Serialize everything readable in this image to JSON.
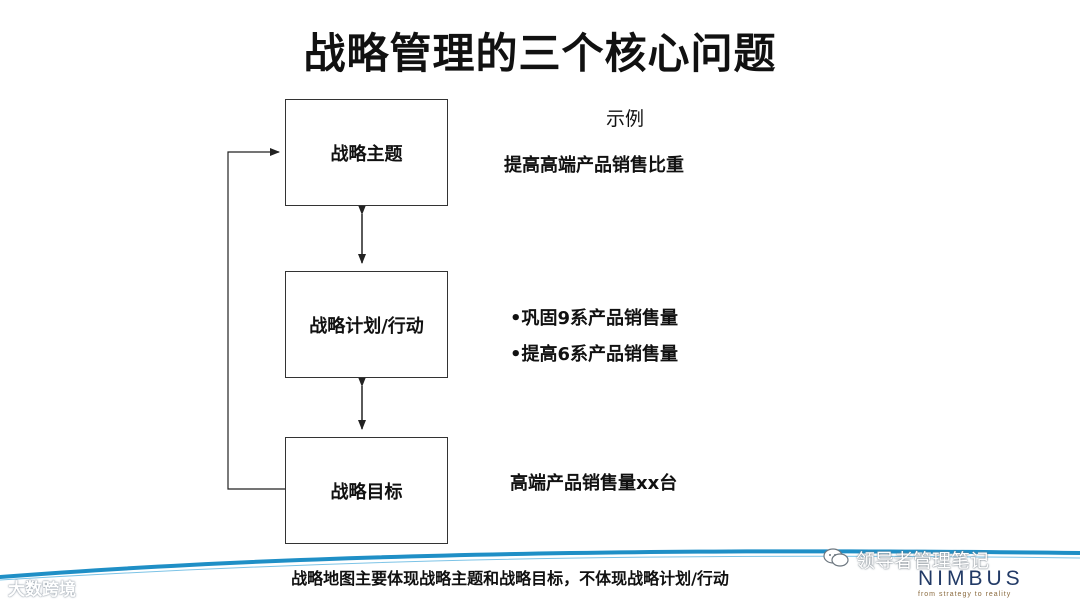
{
  "title": "战略管理的三个核心问题",
  "boxes": {
    "theme": "战略主题",
    "plan": "战略计划/行动",
    "goal": "战略目标"
  },
  "examples": {
    "heading": "示例",
    "theme_example": "提高高端产品销售比重",
    "plan_example_1": "•巩固9系产品销售量",
    "plan_example_2": "•提高6系产品销售量",
    "goal_example": "高端产品销售量xx台"
  },
  "footer": "战略地图主要体现战略主题和战略目标，不体现战略计划/行动",
  "watermarks": {
    "left": "大数跨境",
    "right": "领导者管理笔记"
  },
  "brand": {
    "name": "NIMBUS",
    "tagline": "from strategy to reality"
  },
  "colors": {
    "wave": "#1f8fc6",
    "brand": "#223a66",
    "line": "#222222"
  }
}
